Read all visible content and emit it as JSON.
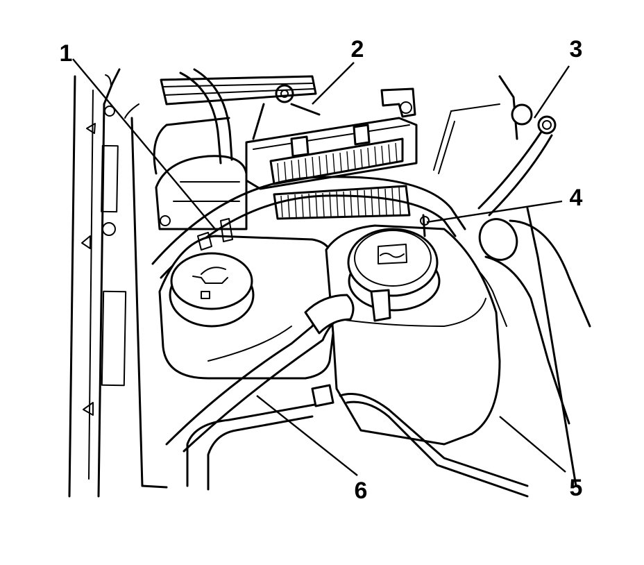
{
  "callouts": [
    {
      "id": "1",
      "label": "1"
    },
    {
      "id": "2",
      "label": "2"
    },
    {
      "id": "3",
      "label": "3"
    },
    {
      "id": "4",
      "label": "4"
    },
    {
      "id": "5",
      "label": "5"
    },
    {
      "id": "6",
      "label": "6"
    }
  ]
}
